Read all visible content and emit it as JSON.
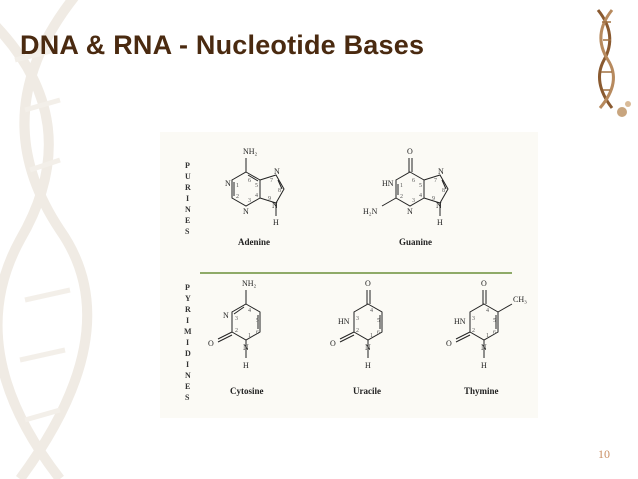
{
  "slide": {
    "title": "DNA & RNA - Nucleotide Bases",
    "page_number": "10"
  },
  "figure": {
    "purines_label": "PURINES",
    "pyrimidines_label": "PYRIMIDINES",
    "bases": {
      "adenine": "Adenine",
      "guanine": "Guanine",
      "cytosine": "Cytosine",
      "uracile": "Uracile",
      "thymine": "Thymine"
    },
    "atoms": {
      "nh2": "NH₂",
      "h2n": "H₂N",
      "hn": "HN",
      "n": "N",
      "h": "H",
      "o": "O",
      "ch3": "CH₃"
    }
  },
  "colors": {
    "title": "#4a2a10",
    "divider": "#6a8f3a",
    "page_number": "#c98e63"
  }
}
